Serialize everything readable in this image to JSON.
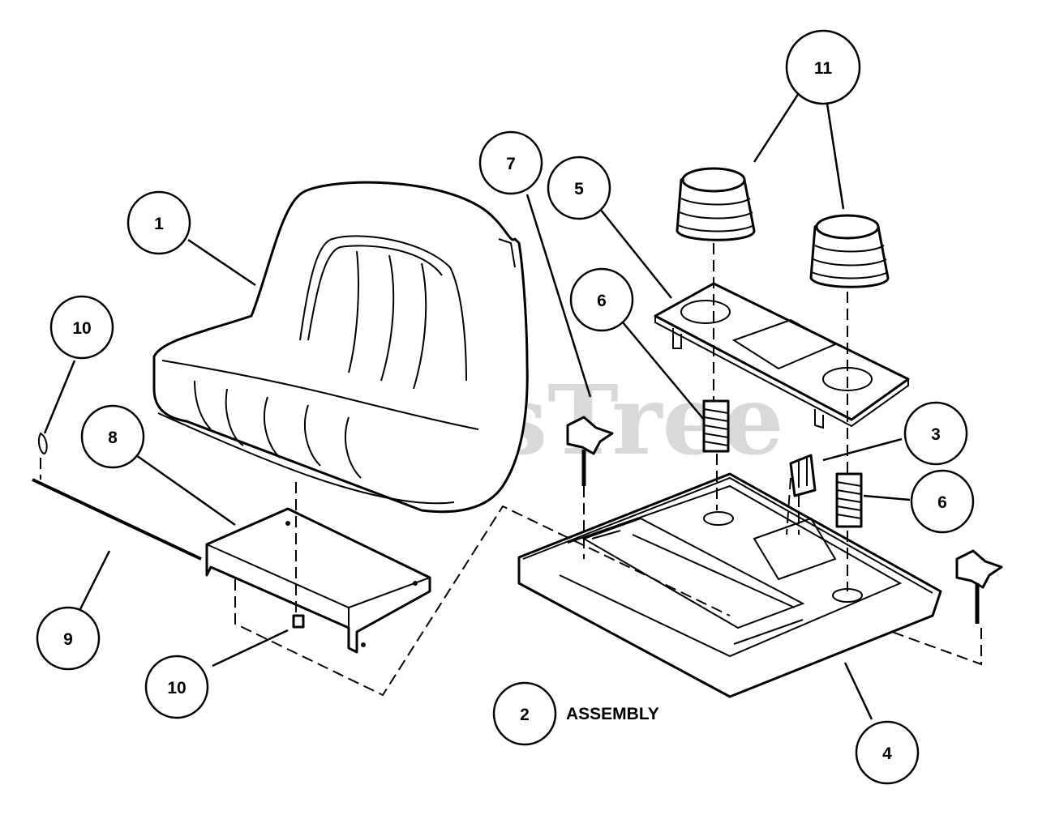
{
  "watermark": "PartsTree",
  "assembly_label": "ASSEMBLY",
  "callouts": {
    "c1": "1",
    "c2": "2",
    "c3": "3",
    "c4": "4",
    "c5": "5",
    "c6a": "6",
    "c6b": "6",
    "c7": "7",
    "c8": "8",
    "c9": "9",
    "c10a": "10",
    "c10b": "10",
    "c11": "11"
  }
}
